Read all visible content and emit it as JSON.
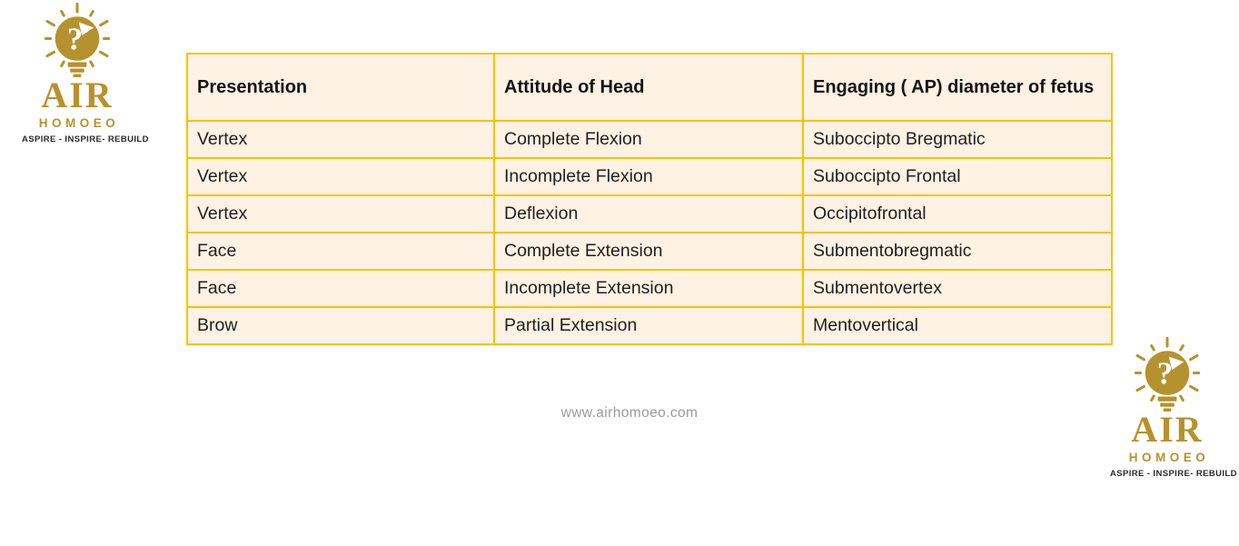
{
  "logo": {
    "wordmark": "AIR",
    "subtitle": "HOMOEO",
    "tagline": "ASPIRE - INSPIRE- REBUILD"
  },
  "table": {
    "headers": [
      "Presentation",
      "Attitude of Head",
      "Engaging ( AP) diameter of fetus"
    ],
    "rows": [
      [
        "Vertex",
        "Complete Flexion",
        "Suboccipto Bregmatic"
      ],
      [
        "Vertex",
        "Incomplete Flexion",
        "Suboccipto Frontal"
      ],
      [
        "Vertex",
        "Deflexion",
        "Occipitofrontal"
      ],
      [
        "Face",
        "Complete Extension",
        "Submentobregmatic"
      ],
      [
        "Face",
        "Incomplete Extension",
        "Submentovertex"
      ],
      [
        "Brow",
        "Partial Extension",
        "Mentovertical"
      ]
    ]
  },
  "footer": {
    "url": "www.airhomoeo.com"
  },
  "colors": {
    "logo-gold": "#B6922E",
    "table-border": "#FDC101",
    "cell-bg": "#FDF2E3",
    "header-text": "#141414",
    "cell-text": "#1F1F1F",
    "tagline-text": "#2B2B2B",
    "url-gray": "#9A9A9A"
  }
}
